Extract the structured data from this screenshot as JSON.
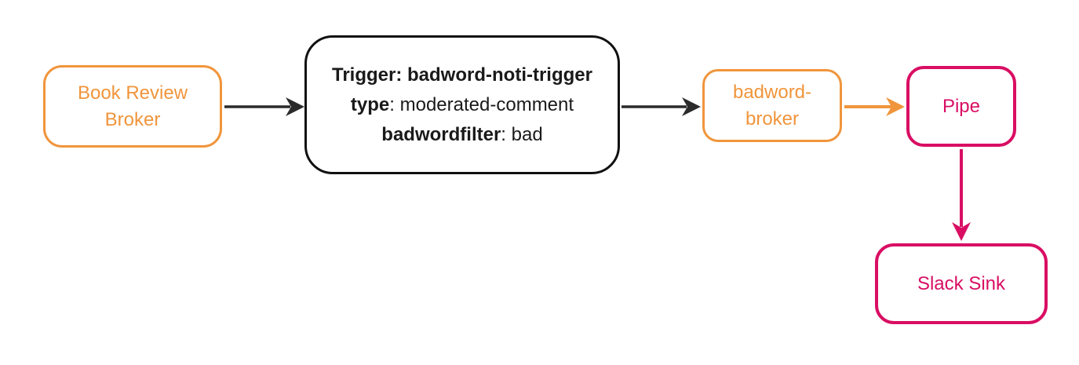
{
  "diagram": {
    "title": "event flow diagram",
    "colors": {
      "broker_orange": "#F0953C",
      "trigger_black": "#111111",
      "pipe_pink": "#D90E63",
      "edge_black": "#2b2b2b",
      "background": "#ffffff"
    },
    "nodes": {
      "book_review_broker": {
        "label": "Book Review Broker",
        "border_color": "#F0953C",
        "text_color": "#F0953C"
      },
      "trigger": {
        "line1": "Trigger: badword-noti-trigger",
        "line2_key": "type",
        "line2_value": ": moderated-comment",
        "line3_key": "badwordfilter",
        "line3_value": ": bad",
        "border_color": "#111111",
        "text_color": "#1a1a1a"
      },
      "badword_broker": {
        "label": "badword-broker",
        "border_color": "#F0953C",
        "text_color": "#F0953C"
      },
      "pipe": {
        "label": "Pipe",
        "border_color": "#D90E63",
        "text_color": "#D90E63"
      },
      "slack_sink": {
        "label": "Slack Sink",
        "border_color": "#D90E63",
        "text_color": "#D90E63"
      }
    },
    "edges": [
      {
        "from": "book_review_broker",
        "to": "trigger",
        "color": "#2b2b2b",
        "direction": "right"
      },
      {
        "from": "trigger",
        "to": "badword_broker",
        "color": "#2b2b2b",
        "direction": "right"
      },
      {
        "from": "badword_broker",
        "to": "pipe",
        "color": "#F0953C",
        "direction": "right"
      },
      {
        "from": "pipe",
        "to": "slack_sink",
        "color": "#D90E63",
        "direction": "down"
      }
    ]
  }
}
